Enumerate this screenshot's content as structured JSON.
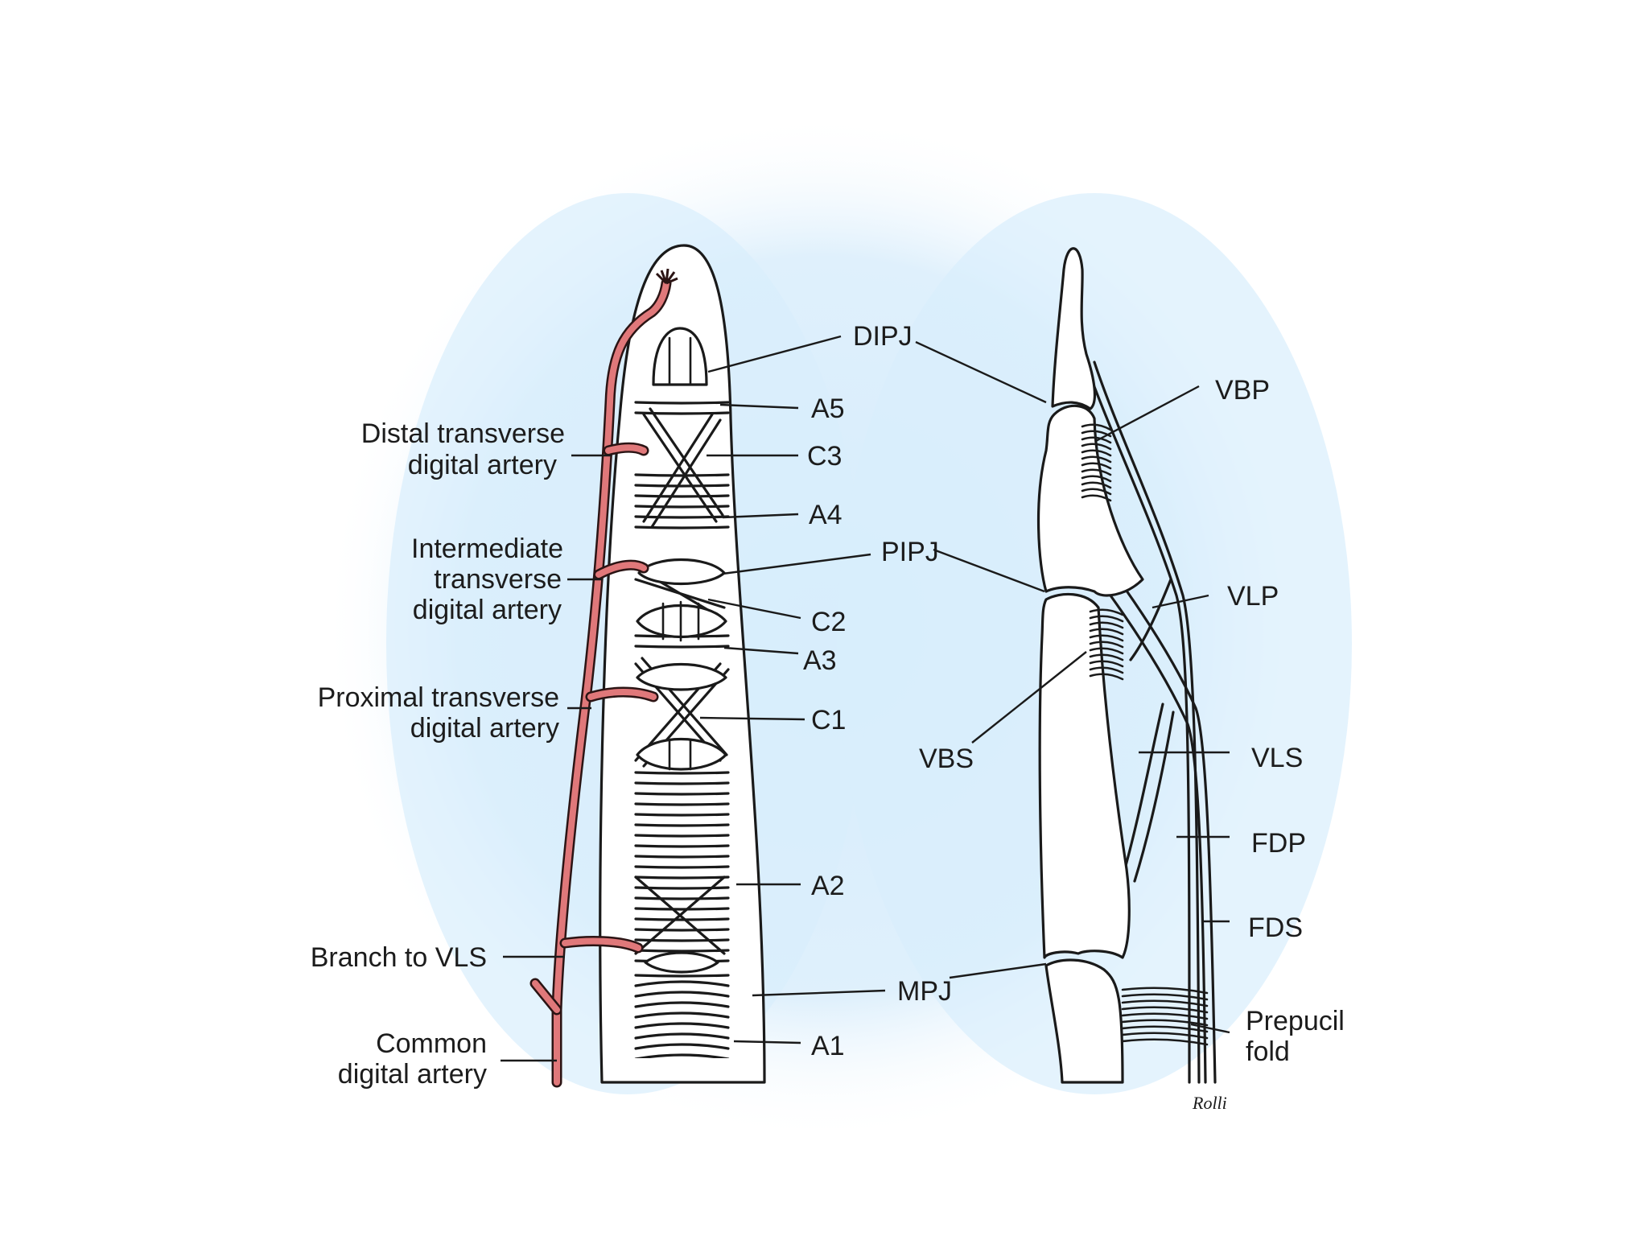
{
  "labels": {
    "dipj": "DIPJ",
    "a5": "A5",
    "c3": "C3",
    "a4": "A4",
    "pipj": "PIPJ",
    "c2": "C2",
    "a3": "A3",
    "c1": "C1",
    "a2": "A2",
    "mpj": "MPJ",
    "a1": "A1",
    "vbp": "VBP",
    "vlp": "VLP",
    "vbs": "VBS",
    "vls": "VLS",
    "fdp": "FDP",
    "fds": "FDS",
    "prepucil_fold": [
      "Prepucil",
      "fold"
    ],
    "distal_transverse": [
      "Distal transverse",
      "digital artery"
    ],
    "intermediate_transverse": [
      "Intermediate",
      "transverse",
      "digital artery"
    ],
    "proximal_transverse": [
      "Proximal transverse",
      "digital artery"
    ],
    "branch_to_vls": "Branch to VLS",
    "common_digital": [
      "Common",
      "digital artery"
    ]
  },
  "signature": "Rolli",
  "colors": {
    "background_glow": "#d6ecfb",
    "artery": "#e0787a",
    "ink": "#1a1a1a"
  }
}
